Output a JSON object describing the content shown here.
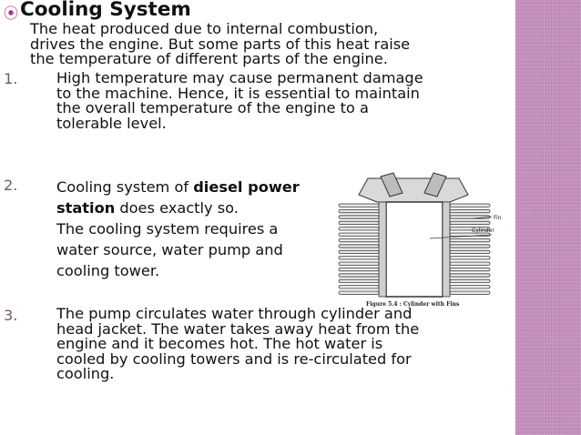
{
  "heading": {
    "bullet_icon": "circle-dot-icon",
    "text": "Cooling System"
  },
  "intro": [
    "The heat produced due to internal combustion,",
    "drives the engine. But some parts of this heat raise",
    "the temperature of different parts of the engine."
  ],
  "points": [
    {
      "number": "1.",
      "lines": [
        "High temperature may cause permanent damage",
        "to the machine. Hence, it is essential to maintain",
        "the overall temperature of the engine to a",
        "tolerable level."
      ]
    },
    {
      "number": "2.",
      "line1_prefix": "Cooling system of ",
      "line1_bold": "diesel power",
      "line2_bold": "station",
      "line2_suffix": " does exactly so.",
      "lines": [
        "The cooling system requires a",
        "water source, water pump and",
        "cooling tower."
      ]
    },
    {
      "number": "3.",
      "lines": [
        "The pump circulates water through cylinder and",
        "head jacket. The water takes away heat from the",
        "engine and it becomes hot. The hot water is",
        "cooled by cooling towers and is re-circulated for",
        "cooling."
      ]
    }
  ],
  "figure": {
    "label_fin": "Fin",
    "label_cylinder": "Cylinder",
    "caption": "Figure 5.4 : Cylinder with Fins"
  },
  "colors": {
    "accent": "#b52b8a",
    "sidebar": "#c591bd",
    "number": "#6e5b6a"
  }
}
